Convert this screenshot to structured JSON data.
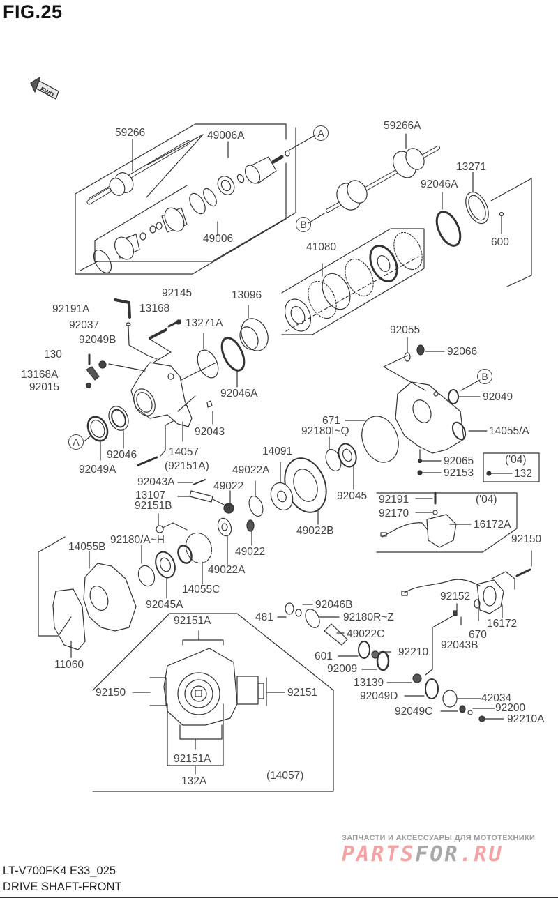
{
  "figure": {
    "title": "FIG.25",
    "fwd_label": "FWD",
    "model_code": "LT-V700FK4 E33_025",
    "section_title": "DRIVE SHAFT-FRONT"
  },
  "ref_markers": {
    "A": "A",
    "B": "B"
  },
  "callouts": {
    "c59266": "59266",
    "c49006A": "49006A",
    "c49006": "49006",
    "c59266A": "59266A",
    "c13271": "13271",
    "c92046A_top": "92046A",
    "c600": "600",
    "c41080": "41080",
    "c92145": "92145",
    "c13096": "13096",
    "c92191A": "92191A",
    "c13168": "13168",
    "c92037": "92037",
    "c13271A": "13271A",
    "c92049B": "92049B",
    "c130": "130",
    "c13168A": "13168A",
    "c92015": "92015",
    "c92046A_mid": "92046A",
    "c92043": "92043",
    "c92046": "92046",
    "c14057": "14057",
    "c92049A": "92049A",
    "c92151A_paren": "(92151A)",
    "c92055": "92055",
    "c92066": "92066",
    "c92049": "92049",
    "c671": "671",
    "c92180IQ": "92180I~Q",
    "c14055A": "14055/A",
    "c14091": "14091",
    "c49022A_top": "49022A",
    "c92065": "92065",
    "c92153": "92153",
    "c04_a": "('04)",
    "c132": "132",
    "c92043A": "92043A",
    "c49022_a": "49022",
    "c13107": "13107",
    "c92151B": "92151B",
    "c92045": "92045",
    "c49022B": "49022B",
    "c92191": "92191",
    "c04_b": "('04)",
    "c92170": "92170",
    "c16172A": "16172A",
    "c92180AH": "92180/A~H",
    "c14055B": "14055B",
    "c49022_b": "49022",
    "c49022A_low": "49022A",
    "c14055C": "14055C",
    "c92045A": "92045A",
    "c92150_r": "92150",
    "c92152": "92152",
    "c16172": "16172",
    "c670": "670",
    "c92043B": "92043B",
    "c92046B": "92046B",
    "c481": "481",
    "c92180RZ": "92180R~Z",
    "c49022C": "49022C",
    "c601": "601",
    "c92210": "92210",
    "c92009": "92009",
    "c11060": "11060",
    "c92151A_top": "92151A",
    "c92150_l": "92150",
    "c92151": "92151",
    "c13139": "13139",
    "c92049D": "92049D",
    "c42034": "42034",
    "c92049C": "92049C",
    "c92200": "92200",
    "c92210A": "92210A",
    "c92151A_bot": "92151A",
    "c132A": "132A",
    "c14057_paren": "(14057)"
  },
  "watermark": {
    "tagline": "ЗАПЧАСТИ И АКСЕССУАРЫ ДЛЯ МОТОТЕХНИКИ",
    "logo_part1": "PARTS",
    "logo_part2": "FOR",
    "logo_part3": ".RU"
  }
}
